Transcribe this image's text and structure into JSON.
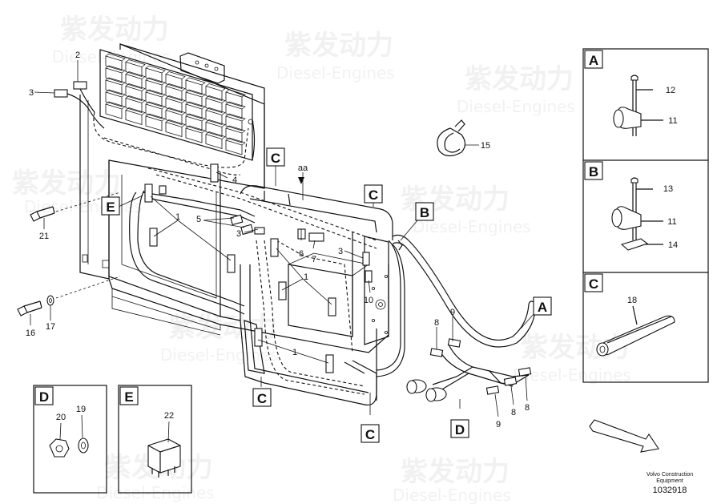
{
  "watermark": {
    "brand_cn": "紫发动力",
    "brand_en": "Diesel-Engines"
  },
  "callouts": {
    "c1": "1",
    "c2": "2",
    "c3": "3",
    "c4": "4",
    "c5": "5",
    "c6": "6",
    "c7": "7",
    "c8": "8",
    "c9": "9",
    "c10": "10",
    "c11": "11",
    "c12": "12",
    "c13": "13",
    "c14": "14",
    "c15": "15",
    "c16": "16",
    "c17": "17",
    "c18": "18",
    "c19": "19",
    "c20": "20",
    "c21": "21",
    "c22": "22",
    "aa": "aa"
  },
  "view_labels": {
    "A": "A",
    "B": "B",
    "C": "C",
    "D": "D",
    "E": "E"
  },
  "footer": {
    "brand_line1": "Volvo Construction",
    "brand_line2": "Equipment",
    "drawing_number": "1032918"
  }
}
